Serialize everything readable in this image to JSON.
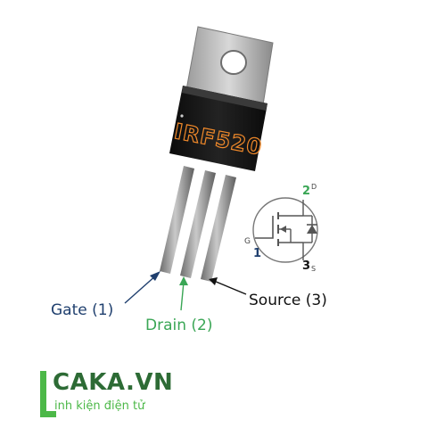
{
  "part_marking": "IRF520",
  "pins": {
    "gate": "Gate (1)",
    "drain": "Drain (2)",
    "source": "Source (3)"
  },
  "symbol": {
    "gate_letter": "G",
    "gate_number": "1",
    "drain_letter": "D",
    "drain_number": "2",
    "source_letter": "S",
    "source_number": "3"
  },
  "brand": {
    "name": "CAKA.VN",
    "tagline": "inh kiện điện tử"
  },
  "colors": {
    "gate_label": "#1f3f6e",
    "drain_label": "#3aa655",
    "source_label": "#111111",
    "marking": "#f0892a",
    "brand_green": "#4cb848",
    "brand_dark": "#2d6b35"
  }
}
